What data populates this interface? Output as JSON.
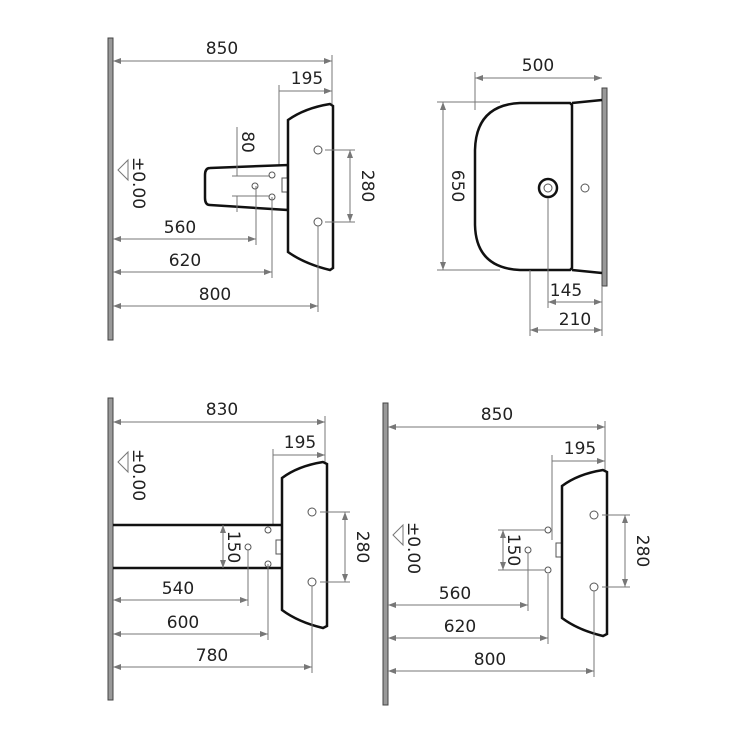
{
  "side_view_pedestal": {
    "overall": "850",
    "depth": "195",
    "pedestal": "80",
    "holes": "280",
    "level": "±0.00",
    "d1": "560",
    "d2": "620",
    "d3": "800"
  },
  "top_view": {
    "width": "500",
    "depth": "650",
    "drain": "145",
    "edge": "210"
  },
  "side_view_bar": {
    "overall": "830",
    "depth": "195",
    "bar": "150",
    "holes": "280",
    "level": "±0.00",
    "d1": "540",
    "d2": "600",
    "d3": "780"
  },
  "side_view_wall": {
    "overall": "850",
    "depth": "195",
    "fix": "150",
    "holes": "280",
    "level": "±0.00",
    "d1": "560",
    "d2": "620",
    "d3": "800"
  }
}
